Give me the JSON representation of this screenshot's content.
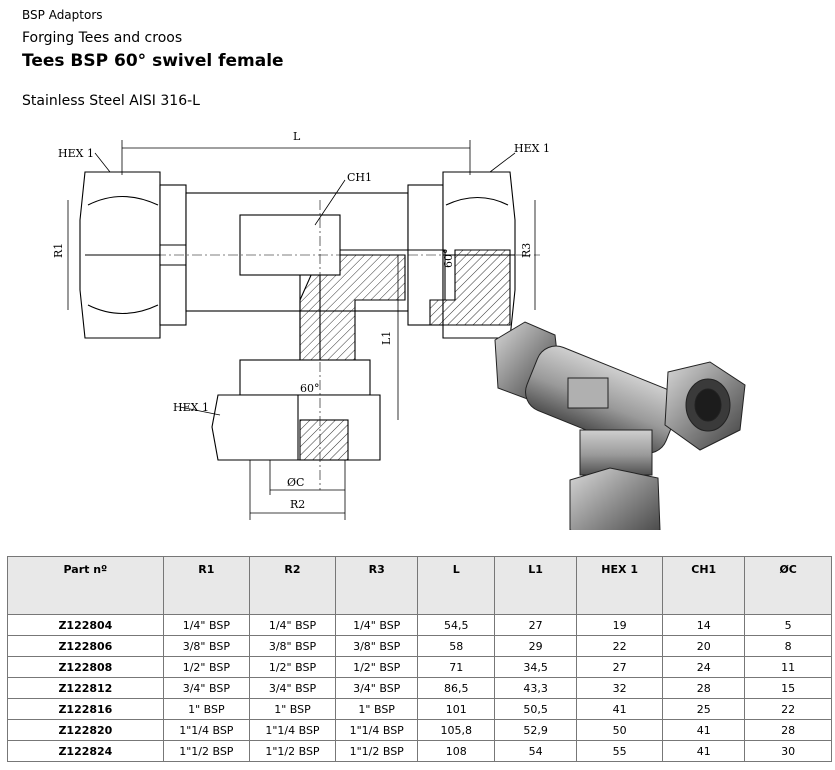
{
  "header": {
    "category": "BSP Adaptors",
    "subcategory": "Forging Tees and croos",
    "title": "Tees BSP 60° swivel female",
    "material": "Stainless Steel AISI 316-L"
  },
  "drawing": {
    "labels": {
      "hex1_left": "HEX 1",
      "hex1_right": "HEX 1",
      "hex1_bottom": "HEX 1",
      "L": "L",
      "CH1": "CH1",
      "R1": "R1",
      "R3": "R3",
      "L1": "L1",
      "angle_bottom": "60°",
      "angle_right": "60°",
      "C": "ØC",
      "R2": "R2"
    }
  },
  "table": {
    "headers": [
      "Part nº",
      "R1",
      "R2",
      "R3",
      "L",
      "L1",
      "HEX 1",
      "CH1",
      "ØC"
    ],
    "rows": [
      [
        "Z122804",
        "1/4\" BSP",
        "1/4\" BSP",
        "1/4\" BSP",
        "54,5",
        "27",
        "19",
        "14",
        "5"
      ],
      [
        "Z122806",
        "3/8\" BSP",
        "3/8\" BSP",
        "3/8\" BSP",
        "58",
        "29",
        "22",
        "20",
        "8"
      ],
      [
        "Z122808",
        "1/2\" BSP",
        "1/2\" BSP",
        "1/2\" BSP",
        "71",
        "34,5",
        "27",
        "24",
        "11"
      ],
      [
        "Z122812",
        "3/4\" BSP",
        "3/4\" BSP",
        "3/4\" BSP",
        "86,5",
        "43,3",
        "32",
        "28",
        "15"
      ],
      [
        "Z122816",
        "1\" BSP",
        "1\" BSP",
        "1\" BSP",
        "101",
        "50,5",
        "41",
        "25",
        "22"
      ],
      [
        "Z122820",
        "1\"1/4 BSP",
        "1\"1/4 BSP",
        "1\"1/4 BSP",
        "105,8",
        "52,9",
        "50",
        "41",
        "28"
      ],
      [
        "Z122824",
        "1\"1/2 BSP",
        "1\"1/2 BSP",
        "1\"1/2 BSP",
        "108",
        "54",
        "55",
        "41",
        "30"
      ]
    ]
  }
}
